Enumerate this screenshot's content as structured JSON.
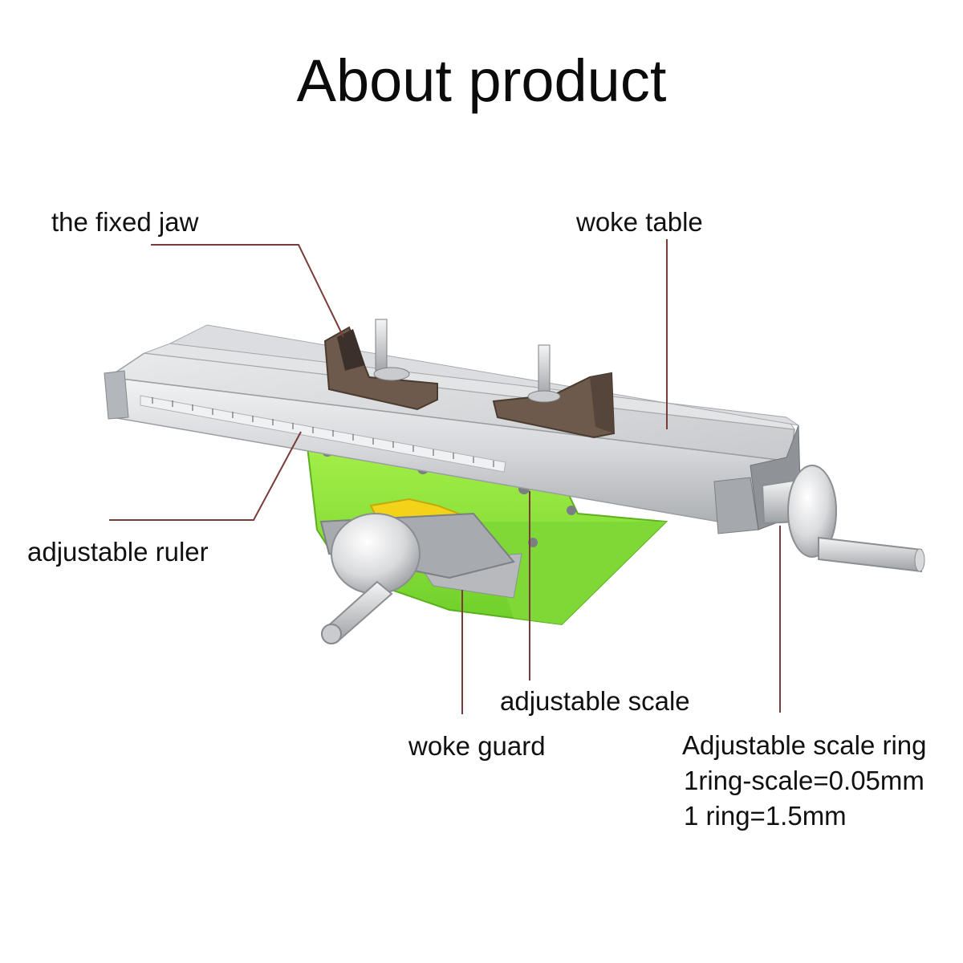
{
  "title": "About product",
  "labels": {
    "fixed_jaw": "the fixed jaw",
    "work_table": "woke table",
    "adjustable_ruler": "adjustable ruler",
    "adjustable_scale": "adjustable scale",
    "work_guard": "woke guard",
    "scale_ring": "Adjustable scale ring",
    "ring_scale": "1ring-scale=0.05mm",
    "ring": "1 ring=1.5mm"
  },
  "colors": {
    "leader_line": "#7a3b3b",
    "aluminum": "#d8d9db",
    "base_green": "#8fe83a",
    "jaw_brown": "#6e5a4c",
    "handle_yellow": "#f3d21a"
  }
}
